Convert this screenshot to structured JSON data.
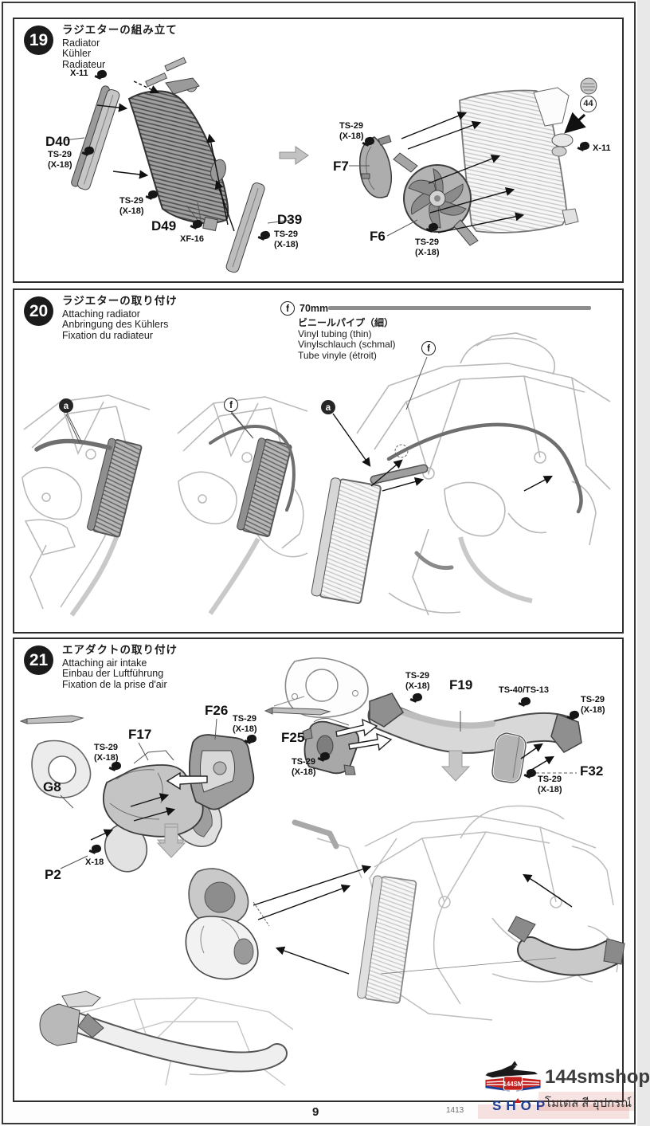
{
  "page": {
    "number": "9",
    "code": "1413"
  },
  "colors": {
    "ink": "#1a1a1a",
    "part_gray": "#b9b9b9",
    "sketch_gray": "#b8b8b8",
    "logo_red": "#c4201e",
    "logo_blue": "#1b3f94"
  },
  "steps": [
    {
      "number": "19",
      "titles": [
        "ラジエターの組み立て",
        "Radiator",
        "Kühler",
        "Radiateur"
      ],
      "parts": {
        "D40": "D40",
        "D49": "D49",
        "D39": "D39",
        "F7": "F7",
        "F6": "F6"
      },
      "paints": {
        "x11": "X-11",
        "xf16": "XF-16",
        "ts29": "TS-29\n(X-18)"
      },
      "badge": "44"
    },
    {
      "number": "20",
      "titles": [
        "ラジエターの取り付け",
        "Attaching radiator",
        "Anbringung des Kühlers",
        "Fixation du radiateur"
      ],
      "tube": {
        "marker": "f",
        "length": "70mm",
        "names": [
          "ビニールパイプ（細）",
          "Vinyl tubing (thin)",
          "Vinylschlauch (schmal)",
          "Tube vinyle (étroit)"
        ]
      },
      "callouts": {
        "a": "a",
        "f": "f"
      }
    },
    {
      "number": "21",
      "titles": [
        "エアダクトの取り付け",
        "Attaching air intake",
        "Einbau der Luftführung",
        "Fixation de la prise d'air"
      ],
      "parts": {
        "F17": "F17",
        "F26": "F26",
        "F25": "F25",
        "F19": "F19",
        "F32": "F32",
        "G8": "G8",
        "P2": "P2"
      },
      "paints": {
        "ts29": "TS-29\n(X-18)",
        "x18": "X-18",
        "ts40": "TS-40/TS-13"
      }
    }
  ],
  "watermark": {
    "brand": "144smshop",
    "thai": "โมเดล สี อุปกรณ์",
    "logo_top": "144SM",
    "logo_bottom": "SHOP"
  }
}
